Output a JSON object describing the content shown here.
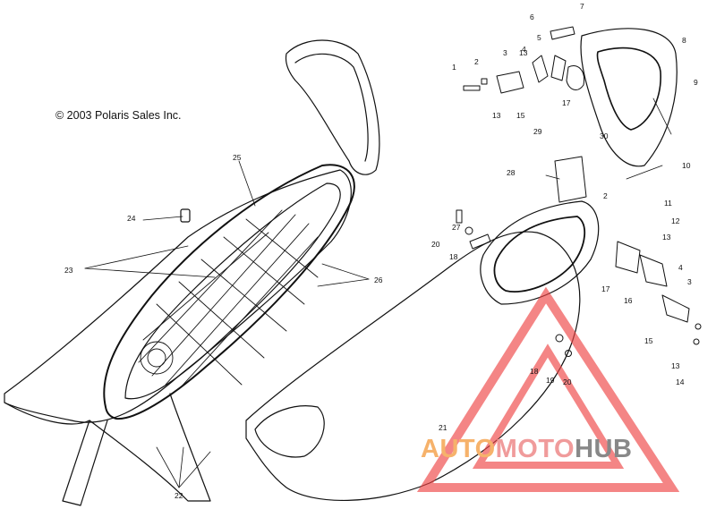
{
  "copyright": "© 2003 Polaris Sales Inc.",
  "watermark": {
    "part1": "AUTO",
    "part2": "MOTO",
    "part3": "HUB",
    "colors": {
      "auto": "#f6b26b",
      "moto": "#f09b9b",
      "hub": "#888888",
      "triangle": "#ee4444"
    }
  },
  "callouts": [
    "1",
    "2",
    "3",
    "4",
    "5",
    "6",
    "7",
    "8",
    "9",
    "10",
    "11",
    "12",
    "13",
    "13",
    "13",
    "13",
    "14",
    "15",
    "15",
    "16",
    "17",
    "17",
    "18",
    "18",
    "19",
    "20",
    "20",
    "21",
    "22",
    "23",
    "24",
    "25",
    "26",
    "27",
    "28",
    "29",
    "30",
    "2",
    "3",
    "4"
  ]
}
